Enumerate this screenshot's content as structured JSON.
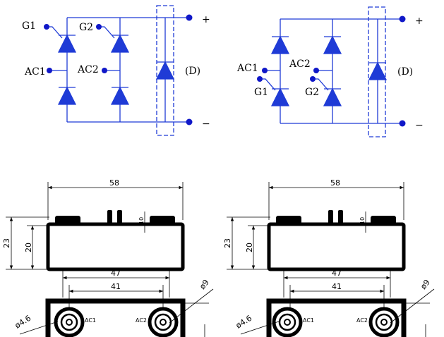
{
  "colors": {
    "circuit": "#1f3bd6",
    "terminal": "#1018c8",
    "drawing": "#000000",
    "background": "#ffffff"
  },
  "circuit_left": {
    "g1": "G1",
    "g2": "G2",
    "ac1": "AC1",
    "ac2": "AC2",
    "d": "(D)",
    "plus": "+",
    "minus": "−"
  },
  "circuit_right": {
    "ac1": "AC1",
    "ac2": "AC2",
    "g1": "G1",
    "g2": "G2",
    "d": "(D)",
    "plus": "+",
    "minus": "−"
  },
  "drawing_left": {
    "width_58": "58",
    "height_23": "23",
    "height_20": "20",
    "height_10": "10",
    "spacing_47": "47",
    "spacing_41": "41",
    "dia_9": "ø9",
    "dia_46": "ø4.6",
    "ac1": "AC1",
    "ac2": "AC2"
  },
  "drawing_right": {
    "width_58": "58",
    "height_23": "23",
    "height_20": "20",
    "height_10": "10",
    "spacing_47": "47",
    "spacing_41": "41",
    "dia_9": "ø9",
    "dia_46": "ø4.6",
    "ac1": "AC1",
    "ac2": "AC2"
  }
}
